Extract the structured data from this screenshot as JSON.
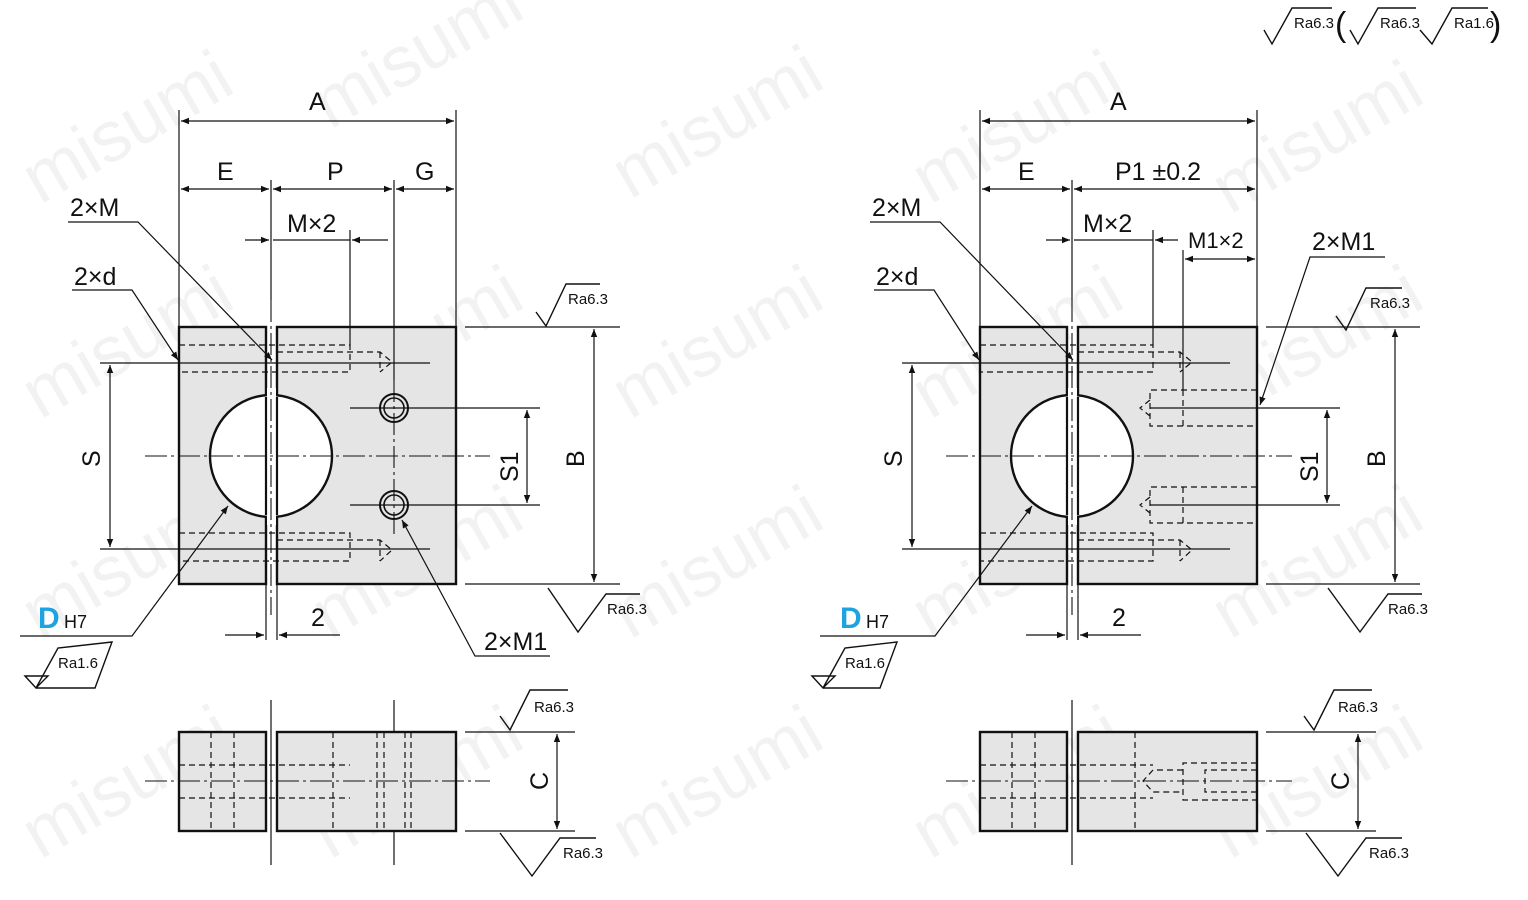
{
  "watermark": "misumi",
  "roughness_legend": {
    "main": "Ra6.3",
    "open_paren": "(",
    "alt1": "Ra6.3",
    "alt2": "Ra1.6",
    "close_paren": ")"
  },
  "left_view": {
    "dim_A": "A",
    "dim_E": "E",
    "dim_P": "P",
    "dim_G": "G",
    "thread_Mx2": "M×2",
    "note_2xM": "2×M",
    "note_2xd": "2×d",
    "dim_S": "S",
    "dim_S1": "S1",
    "dim_B": "B",
    "dim_C": "C",
    "slit_2": "2",
    "note_2xM1": "2×M1",
    "bore_D": "D",
    "bore_tol": "H7",
    "ra_bore": "Ra1.6",
    "ra_top": "Ra6.3",
    "ra_bottom": "Ra6.3",
    "ra_side_top": "Ra6.3",
    "ra_side_bottom": "Ra6.3"
  },
  "right_view": {
    "dim_A": "A",
    "dim_E": "E",
    "dim_P1": "P1 ±0.2",
    "thread_Mx2": "M×2",
    "thread_M1x2": "M1×2",
    "note_2xM": "2×M",
    "note_2xd": "2×d",
    "note_2xM1": "2×M1",
    "dim_S": "S",
    "dim_S1": "S1",
    "dim_B": "B",
    "dim_C": "C",
    "slit_2": "2",
    "bore_D": "D",
    "bore_tol": "H7",
    "ra_bore": "Ra1.6",
    "ra_top": "Ra6.3",
    "ra_bottom": "Ra6.3",
    "ra_side_top": "Ra6.3",
    "ra_side_bottom": "Ra6.3"
  },
  "colors": {
    "part_fill": "#e5e5e5",
    "line": "#111111",
    "bore_label": "#1fa3e0"
  }
}
